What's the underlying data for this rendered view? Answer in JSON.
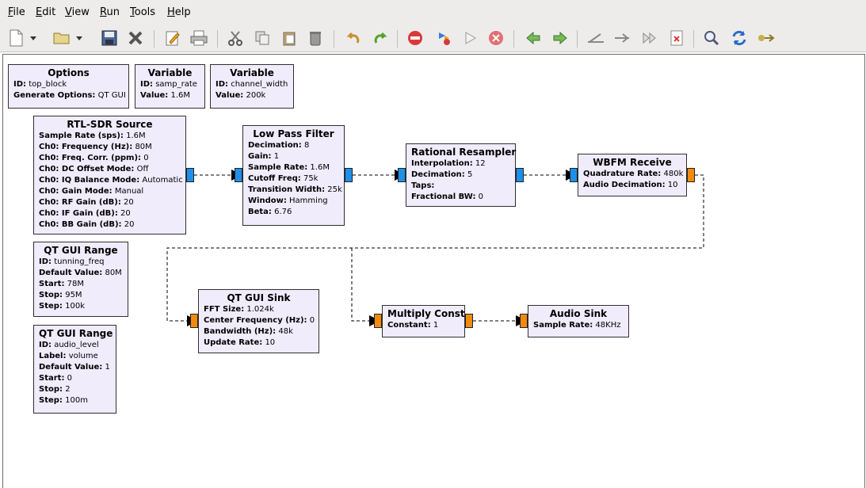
{
  "menu": [
    "File",
    "Edit",
    "View",
    "Run",
    "Tools",
    "Help"
  ],
  "toolbar": {
    "icons": [
      "new-icon",
      "open-icon",
      "save-icon",
      "close-icon",
      "properties-icon",
      "print-icon",
      "cut-icon",
      "copy-icon",
      "paste-icon",
      "delete-icon",
      "undo-icon",
      "redo-icon",
      "stop-icon",
      "generate-icon",
      "execute-icon",
      "kill-icon",
      "rotate-left-icon",
      "rotate-right-icon",
      "disable-icon",
      "enable-icon",
      "bypass-icon",
      "errors-icon",
      "find-icon",
      "reload-icon",
      "open-hier-icon"
    ]
  },
  "blocks": {
    "options": {
      "title": "Options",
      "params": [
        [
          "ID:",
          "top_block"
        ],
        [
          "Generate Options:",
          "QT GUI"
        ]
      ]
    },
    "var_samp": {
      "title": "Variable",
      "params": [
        [
          "ID:",
          "samp_rate"
        ],
        [
          "Value:",
          "1.6M"
        ]
      ]
    },
    "var_chan": {
      "title": "Variable",
      "params": [
        [
          "ID:",
          "channel_width"
        ],
        [
          "Value:",
          "200k"
        ]
      ]
    },
    "rtl": {
      "title": "RTL-SDR Source",
      "params": [
        [
          "Sample Rate (sps):",
          "1.6M"
        ],
        [
          "Ch0: Frequency (Hz):",
          "80M"
        ],
        [
          "Ch0: Freq. Corr. (ppm):",
          "0"
        ],
        [
          "Ch0: DC Offset Mode:",
          "Off"
        ],
        [
          "Ch0: IQ Balance Mode:",
          "Automatic"
        ],
        [
          "Ch0: Gain Mode:",
          "Manual"
        ],
        [
          "Ch0: RF Gain (dB):",
          "20"
        ],
        [
          "Ch0: IF Gain (dB):",
          "20"
        ],
        [
          "Ch0: BB Gain (dB):",
          "20"
        ]
      ]
    },
    "lpf": {
      "title": "Low Pass Filter",
      "params": [
        [
          "Decimation:",
          "8"
        ],
        [
          "Gain:",
          "1"
        ],
        [
          "Sample Rate:",
          "1.6M"
        ],
        [
          "Cutoff Freq:",
          "75k"
        ],
        [
          "Transition Width:",
          "25k"
        ],
        [
          "Window:",
          "Hamming"
        ],
        [
          "Beta:",
          "6.76"
        ]
      ]
    },
    "resampler": {
      "title": "Rational Resampler",
      "params": [
        [
          "Interpolation:",
          "12"
        ],
        [
          "Decimation:",
          "5"
        ],
        [
          "Taps:",
          ""
        ],
        [
          "Fractional BW:",
          "0"
        ]
      ]
    },
    "wbfm": {
      "title": "WBFM Receive",
      "params": [
        [
          "Quadrature Rate:",
          "480k"
        ],
        [
          "Audio Decimation:",
          "10"
        ]
      ]
    },
    "range_freq": {
      "title": "QT GUI Range",
      "params": [
        [
          "ID:",
          "tunning_freq"
        ],
        [
          "Default Value:",
          "80M"
        ],
        [
          "Start:",
          "78M"
        ],
        [
          "Stop:",
          "95M"
        ],
        [
          "Step:",
          "100k"
        ]
      ]
    },
    "range_audio": {
      "title": "QT GUI Range",
      "params": [
        [
          "ID:",
          "audio_level"
        ],
        [
          "Label:",
          "volume"
        ],
        [
          "Default Value:",
          "1"
        ],
        [
          "Start:",
          "0"
        ],
        [
          "Stop:",
          "2"
        ],
        [
          "Step:",
          "100m"
        ]
      ]
    },
    "sink": {
      "title": "QT GUI Sink",
      "params": [
        [
          "FFT Size:",
          "1.024k"
        ],
        [
          "Center Frequency (Hz):",
          "0"
        ],
        [
          "Bandwidth (Hz):",
          "48k"
        ],
        [
          "Update Rate:",
          "10"
        ]
      ]
    },
    "multiply": {
      "title": "Multiply Const",
      "params": [
        [
          "Constant:",
          "1"
        ]
      ]
    },
    "audio": {
      "title": "Audio Sink",
      "params": [
        [
          "Sample Rate:",
          "48KHz"
        ]
      ]
    }
  },
  "colors": {
    "block_bg": "#f0ecfc",
    "port_complex": "#1e90e8",
    "port_float": "#f28a10"
  }
}
